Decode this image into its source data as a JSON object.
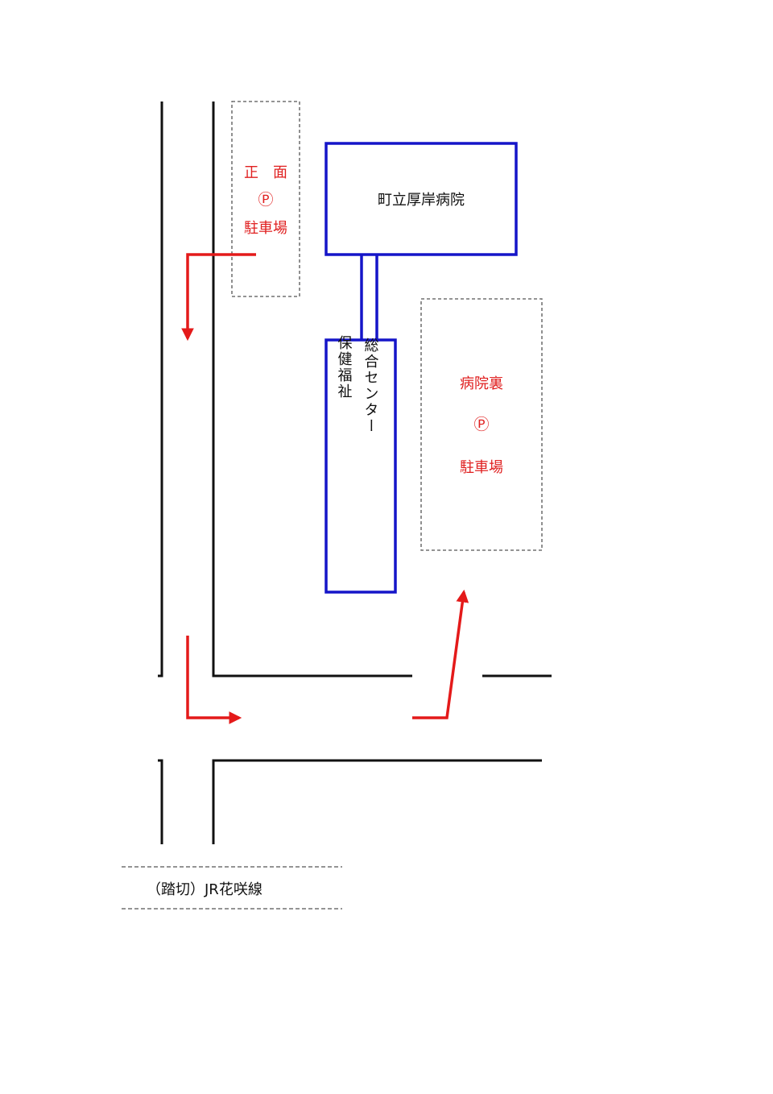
{
  "colors": {
    "road": "#111111",
    "building": "#1515c8",
    "route": "#e41a1a",
    "parking_text": "#e02020",
    "dashed": "#555555"
  },
  "parking_front": {
    "line1": "正　面",
    "symbol": "Ⓟ",
    "line3": "駐車場"
  },
  "hospital": {
    "label": "町立厚岸病院"
  },
  "health_center": {
    "col_right": "総合センター",
    "col_left": "保健福祉"
  },
  "parking_back": {
    "line1": "病院裏",
    "symbol": "Ⓟ",
    "line3": "駐車場"
  },
  "railway": {
    "label": "（踏切）JR花咲線"
  }
}
